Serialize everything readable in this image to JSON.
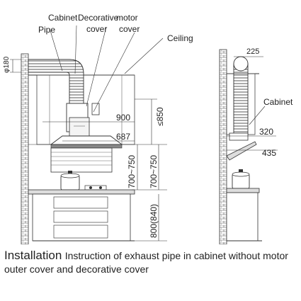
{
  "labels": {
    "pipe": "Pipe",
    "cabinet_top": "Cabinet",
    "decorative_cover_line1": "Decorative",
    "decorative_cover_line2": "cover",
    "motor_cover_line1": "motor",
    "motor_cover_line2": "cover",
    "ceiling": "Ceiling",
    "cabinet_side": "Cabinet"
  },
  "dimensions": {
    "pipe_diameter": "φ180",
    "depth_900": "900",
    "depth_687": "687",
    "height_850": "≤850",
    "height_700_750_left": "700~750",
    "height_700_750_right": "700~750",
    "height_800_840": "800(840)",
    "side_225": "225",
    "side_320": "320",
    "side_435": "435"
  },
  "caption": {
    "title": "Installation",
    "body": "Instruction of exhaust pipe in cabinet without motor outer cover and decorative cover"
  }
}
